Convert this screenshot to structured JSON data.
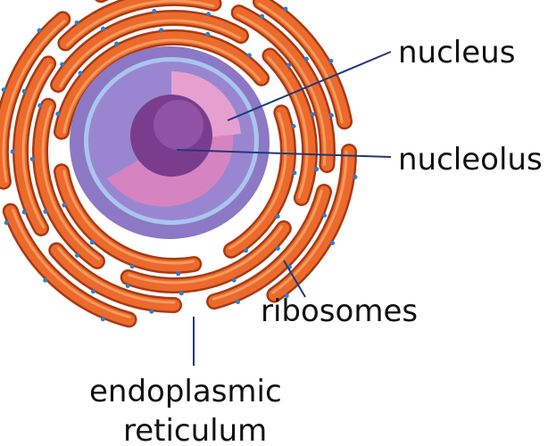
{
  "title": "Endoplasmic reticulum and nucleus diagram",
  "labels": {
    "nucleus": "nucleus",
    "nucleolus": "nucleolus",
    "ribosomes": "ribosomes",
    "er_line1": "endoplasmic",
    "er_line2": "reticulum"
  },
  "colors": {
    "er": "#ec6a2c",
    "er_dark": "#a83a14",
    "nuclear_envelope": "#8c78c4",
    "nucleoplasm": "#d684c0",
    "nucleolus": "#7a3d8e",
    "ribosome": "#2a7fd0",
    "leader_line": "#1c3a78"
  }
}
